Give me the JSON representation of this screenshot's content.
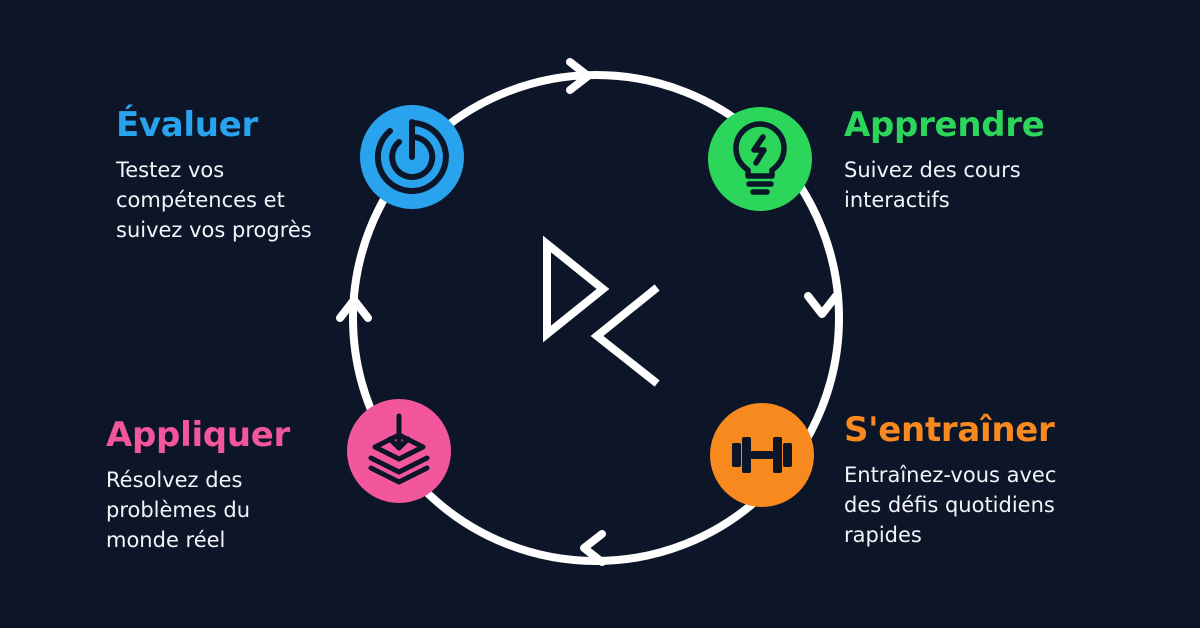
{
  "steps": {
    "evaluer": {
      "title": "Évaluer",
      "description": "Testez vos\ncompétences et\nsuivez vos progrès",
      "color": "#2aa3ee",
      "icon": "target-icon"
    },
    "apprendre": {
      "title": "Apprendre",
      "description": "Suivez des cours\ninteractifs",
      "color": "#2bd65a",
      "icon": "lightbulb-icon"
    },
    "appliquer": {
      "title": "Appliquer",
      "description": "Résolvez des\nproblèmes du\nmonde réel",
      "color": "#f2569b",
      "icon": "layers-download-icon"
    },
    "entrainer": {
      "title": "S'entraîner",
      "description": "Entraînez-vous avec\ndes défis quotidiens\nrapides",
      "color": "#f7891f",
      "icon": "dumbbell-icon"
    }
  },
  "center_logo": "dc-logo",
  "background": "#0c1628",
  "ring_color": "#ffffff"
}
